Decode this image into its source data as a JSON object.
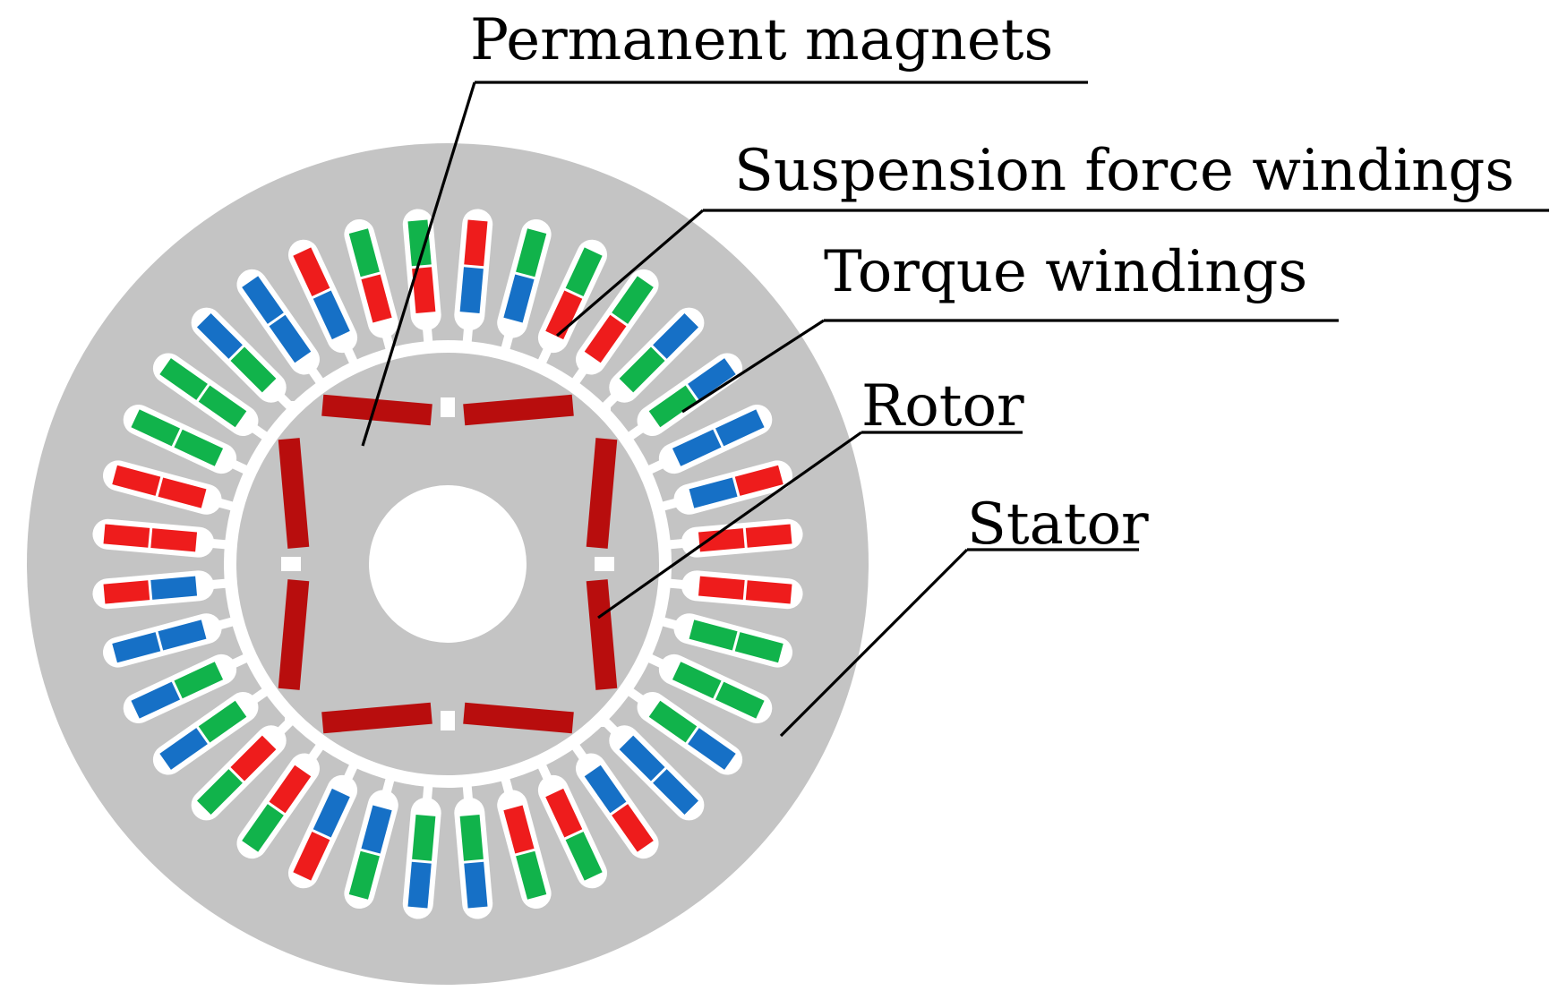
{
  "labels": {
    "permanent_magnets": "Permanent magnets",
    "suspension_force_windings": "Suspension force windings",
    "torque_windings": "Torque windings",
    "rotor": "Rotor",
    "stator": "Stator"
  },
  "colors": {
    "background": "#ffffff",
    "stator_core": "#c4c4c4",
    "rotor_core": "#c4c4c4",
    "slot": "#ffffff",
    "air_gap": "#ffffff",
    "magnet": "#b80d0d",
    "coil_red": "#ee1c1c",
    "coil_blue": "#1670c6",
    "coil_green": "#11b34b"
  },
  "stator": {
    "slot_count": 36,
    "coil_pattern": [
      [
        "blue",
        "red"
      ],
      [
        "blue",
        "green"
      ],
      [
        "red",
        "green"
      ],
      [
        "red",
        "green"
      ],
      [
        "green",
        "blue"
      ],
      [
        "green",
        "blue"
      ],
      [
        "blue",
        "blue"
      ],
      [
        "blue",
        "red"
      ],
      [
        "red",
        "red"
      ],
      [
        "red",
        "red"
      ],
      [
        "green",
        "green"
      ],
      [
        "green",
        "green"
      ],
      [
        "green",
        "blue"
      ],
      [
        "blue",
        "blue"
      ],
      [
        "blue",
        "red"
      ],
      [
        "red",
        "green"
      ],
      [
        "red",
        "green"
      ],
      [
        "green",
        "blue"
      ],
      [
        "green",
        "blue"
      ],
      [
        "blue",
        "green"
      ],
      [
        "blue",
        "red"
      ],
      [
        "red",
        "green"
      ],
      [
        "red",
        "green"
      ],
      [
        "green",
        "blue"
      ],
      [
        "green",
        "blue"
      ],
      [
        "blue",
        "blue"
      ],
      [
        "blue",
        "red"
      ],
      [
        "red",
        "red"
      ],
      [
        "red",
        "red"
      ],
      [
        "green",
        "green"
      ],
      [
        "green",
        "green"
      ],
      [
        "green",
        "blue"
      ],
      [
        "blue",
        "blue"
      ],
      [
        "blue",
        "red"
      ],
      [
        "red",
        "green"
      ],
      [
        "red",
        "green"
      ]
    ]
  },
  "rotor": {
    "pole_pairs": 2,
    "magnets_per_pole": 2
  }
}
